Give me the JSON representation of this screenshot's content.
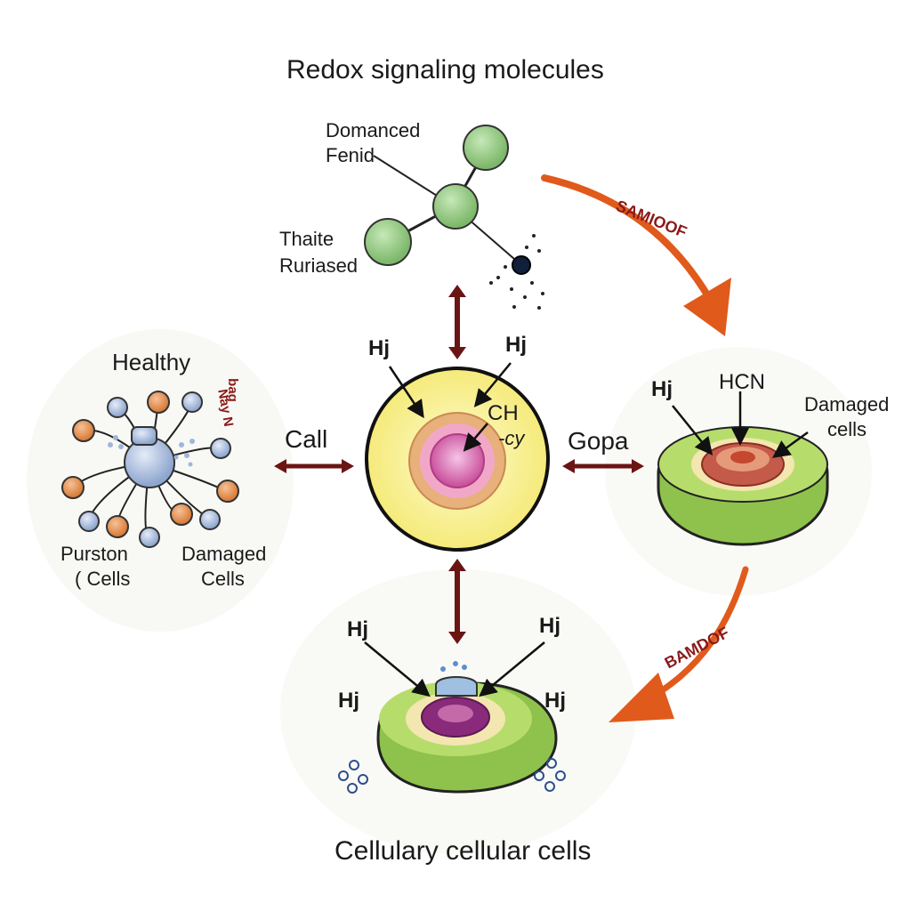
{
  "diagram": {
    "title": "Redox signaling molecules",
    "bottom_title": "Cellulary cellular cells",
    "molecule": {
      "label_top_line1": "Domanced",
      "label_top_line2": "Fenid",
      "label_left_line1": "Thaite",
      "label_left_line2": "Ruriased"
    },
    "healthy": {
      "title": "Healthy",
      "label_left_line1": "Purston",
      "label_left_line2": "( Cells",
      "label_right_line1": "Damaged",
      "label_right_line2": "Cells",
      "side_text_line1": "bag",
      "side_text_line2": "Nay N"
    },
    "center": {
      "left_label": "Call",
      "right_label": "Gopa",
      "hj_left": "Hj",
      "hj_right": "Hj",
      "inner_label1": "CH",
      "inner_label2": "-cy"
    },
    "damaged": {
      "title_line1": "Damaged",
      "title_line2": "cells",
      "hj": "Hj",
      "hcn": "HCN"
    },
    "bottom_cell": {
      "hj_top_left": "Hj",
      "hj_top_right": "Hj",
      "hj_left": "Hj",
      "hj_right": "Hj"
    },
    "arrow_labels": {
      "upper": "SAMIOOF",
      "lower": "BAMDOF"
    },
    "colors": {
      "arrow_orange": "#e05a1c",
      "arrow_dark": "#6b1414",
      "molecule_green": "#8fca7e",
      "cell_yellow": "#f7ef8e",
      "cell_green": "#9fd158",
      "nucleus_pink": "#d86aa8",
      "node_blue": "#9fb6da",
      "node_orange": "#e0894a"
    }
  }
}
